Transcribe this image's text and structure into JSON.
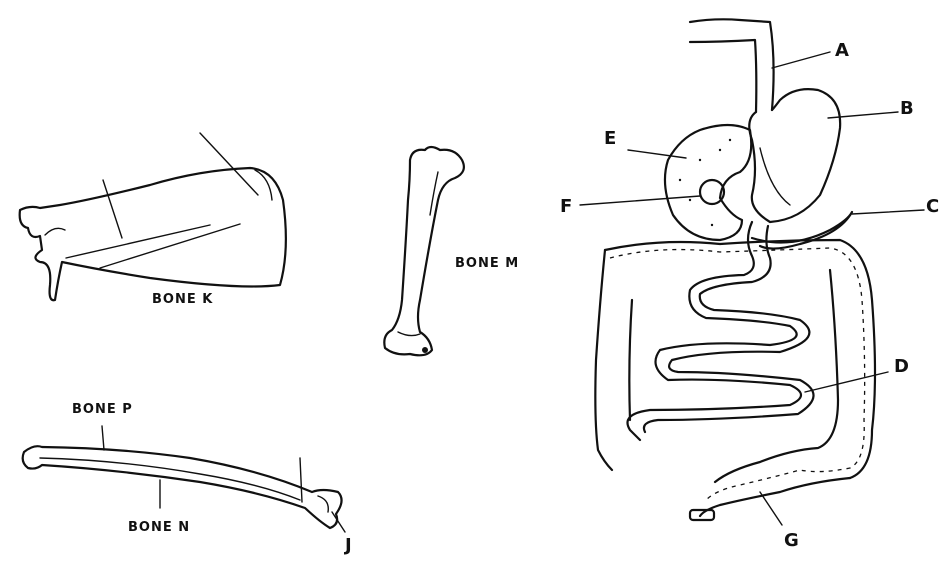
{
  "labels": {
    "bone_k": "BONE K",
    "bone_m": "BONE M",
    "bone_p": "BONE P",
    "bone_n": "BONE N",
    "j": "J",
    "a": "A",
    "b": "B",
    "c": "C",
    "d": "D",
    "e": "E",
    "f": "F",
    "g": "G"
  }
}
